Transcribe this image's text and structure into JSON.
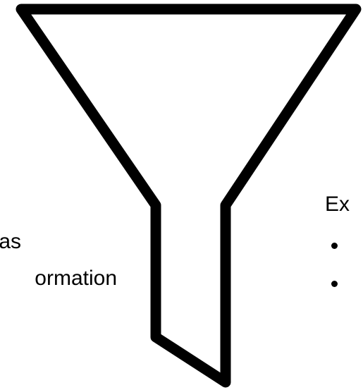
{
  "left_text": {
    "line1": "as",
    "line2": "ormation"
  },
  "right_text": {
    "heading": "Ex"
  },
  "colors": {
    "stroke": "#000000",
    "background": "#ffffff"
  },
  "icons": [
    "funnel-icon",
    "bullet-icon",
    "bullet-icon"
  ]
}
